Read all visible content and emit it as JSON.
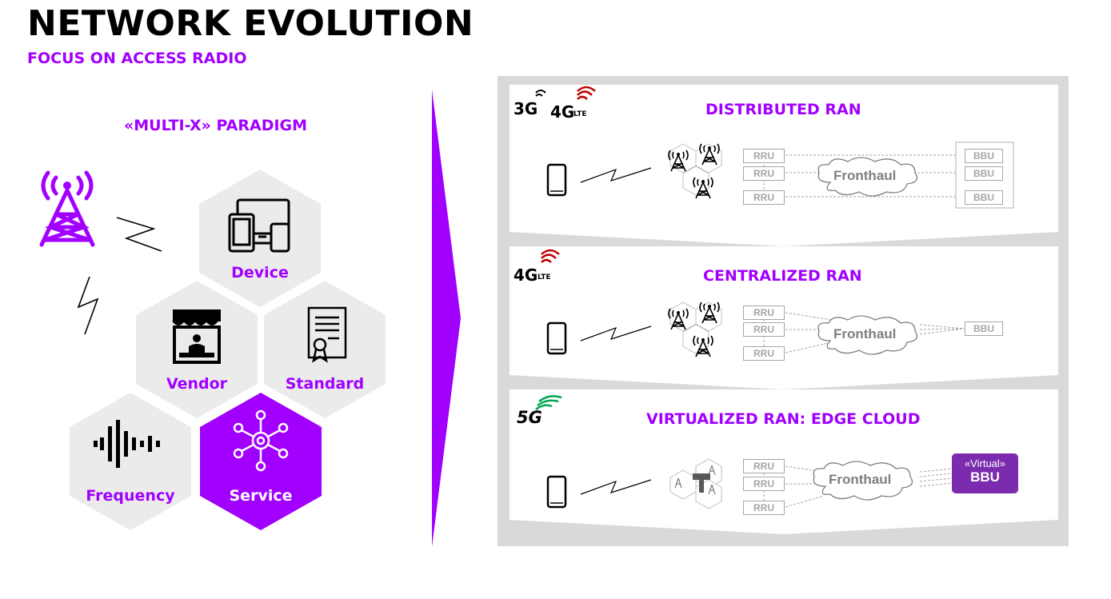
{
  "header": {
    "title": "NETWORK EVOLUTION",
    "subtitle": "FOCUS ON ACCESS RADIO"
  },
  "left": {
    "paradigm_title": "«MULTI-X» PARADIGM",
    "hexes": [
      {
        "label": "Device",
        "icon": "devices-icon",
        "highlighted": false
      },
      {
        "label": "Vendor",
        "icon": "storefront-icon",
        "highlighted": false
      },
      {
        "label": "Standard",
        "icon": "certificate-icon",
        "highlighted": false
      },
      {
        "label": "Frequency",
        "icon": "waveform-icon",
        "highlighted": false
      },
      {
        "label": "Service",
        "icon": "network-hub-icon",
        "highlighted": true
      }
    ]
  },
  "bands": [
    {
      "title": "DISTRIBUTED RAN",
      "generations": [
        "3G",
        "4G",
        "LTE"
      ],
      "rru": [
        "RRU",
        "RRU",
        "RRU"
      ],
      "fronthaul": "Fronthaul",
      "bbu": [
        "BBU",
        "BBU",
        "BBU"
      ]
    },
    {
      "title": "CENTRALIZED RAN",
      "generations": [
        "4G",
        "LTE"
      ],
      "rru": [
        "RRU",
        "RRU",
        "RRU"
      ],
      "fronthaul": "Fronthaul",
      "bbu": [
        "BBU"
      ]
    },
    {
      "title": "VIRTUALIZED RAN: EDGE CLOUD",
      "generations": [
        "5G"
      ],
      "rru": [
        "RRU",
        "RRU",
        "RRU"
      ],
      "fronthaul": "Fronthaul",
      "virtual_bbu": {
        "line1": "«Virtual»",
        "line2": "BBU"
      }
    }
  ],
  "colors": {
    "accent": "#a100ff",
    "hex_gray": "#ebebeb",
    "panel_gray": "#d9d9d9",
    "virtual_bbu": "#7b2bad",
    "signal_red": "#c00000",
    "signal_green": "#00a651"
  }
}
